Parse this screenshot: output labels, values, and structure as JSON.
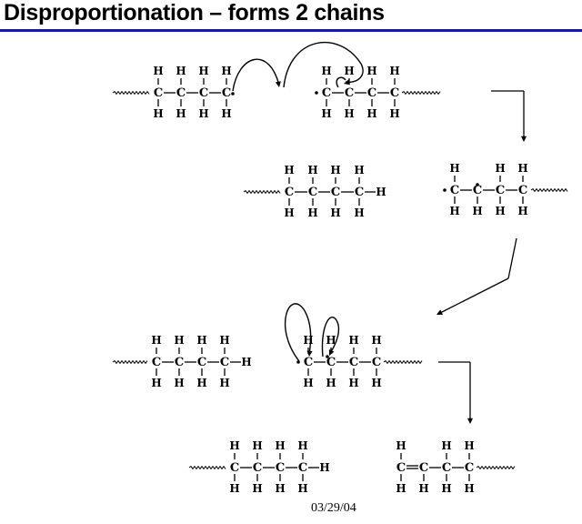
{
  "title": "Disproportionation – forms 2 chains",
  "footer_date": "03/29/04",
  "colors": {
    "title_rule": "#1a1aa0",
    "ink": "#000000"
  },
  "atom_labels": {
    "carbon": "C",
    "hydrogen": "H",
    "radical": "•",
    "double_bond": "="
  },
  "molecules": [
    {
      "name": "step1-left-chain-radical"
    },
    {
      "name": "step1-right-chain-radical"
    },
    {
      "name": "step2-left-saturated-chain"
    },
    {
      "name": "step2-right-chain-radical"
    },
    {
      "name": "step3-left-saturated-chain"
    },
    {
      "name": "step3-right-chain-radical"
    },
    {
      "name": "product-saturated-chain"
    },
    {
      "name": "product-unsaturated-chain"
    }
  ]
}
